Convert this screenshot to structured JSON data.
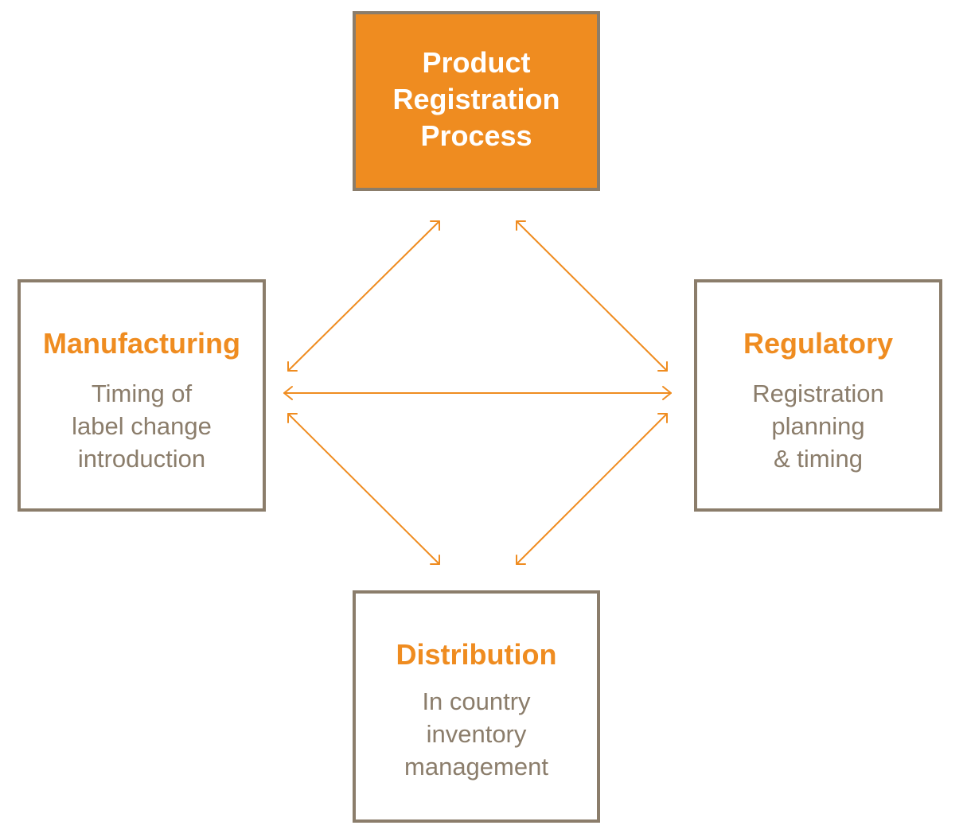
{
  "center": {
    "title": "Product\nRegistration\nProcess"
  },
  "manufacturing": {
    "title": "Manufacturing",
    "description": "Timing of\nlabel change\nintroduction"
  },
  "regulatory": {
    "title": "Regulatory",
    "description": "Registration\nplanning\n& timing"
  },
  "distribution": {
    "title": "Distribution",
    "description": "In country\ninventory\nmanagement"
  },
  "colors": {
    "accent": "#ef8c20",
    "border": "#8b7d6b",
    "text_muted": "#8b7d6b"
  }
}
